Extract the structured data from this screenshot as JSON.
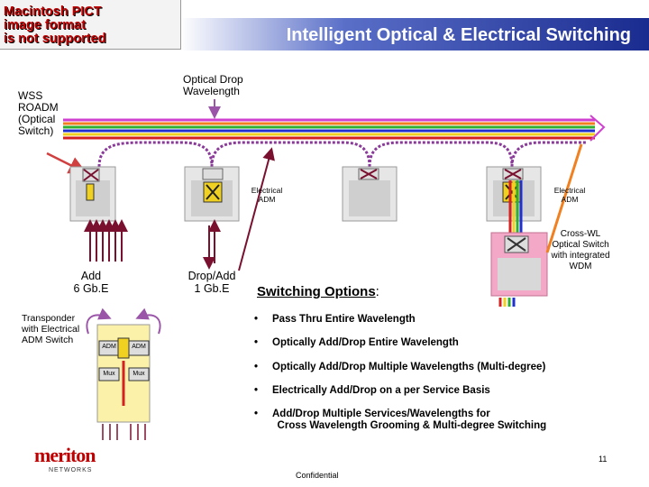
{
  "header": {
    "pict_placeholder": "Macintosh PICT\nimage format\nis not supported",
    "title": "Intelligent Optical & Electrical Switching"
  },
  "labels": {
    "optical_drop": "Optical Drop\nWavelength",
    "wss": "WSS\nROADM\n(Optical\nSwitch)",
    "electrical_adm_1": "Electrical\nADM",
    "electrical_adm_2": "Electrical\nADM",
    "cross_wl": "Cross-WL\nOptical Switch\nwith integrated\nWDM",
    "add_6gbe": "Add\n6 Gb.E",
    "drop_add_1gbe": "Drop/Add\n1 Gb.E",
    "transponder": "Transponder\nwith Electrical\nADM Switch"
  },
  "transponder_box": {
    "adm_left": "ADM",
    "adm_right": "ADM",
    "mux_left": "Mux",
    "mux_right": "Mux"
  },
  "options": {
    "title": "Switching Options",
    "colon": ":",
    "bullet": "•",
    "items": [
      "Pass Thru Entire Wavelength",
      "Optically Add/Drop Entire Wavelength",
      "Optically Add/Drop Multiple Wavelengths (Multi-degree)",
      "Electrically Add/Drop on a per Service Basis",
      "Add/Drop Multiple Services/Wavelengths for\n        Cross Wavelength Grooming & Multi-degree Switching"
    ]
  },
  "footer": {
    "logo_word": "meriton",
    "logo_sub": "NETWORKS",
    "page_number": "11",
    "confidential": "Confidential"
  },
  "colors": {
    "title_band": "#ffffff",
    "title_text": "#1a2b8f",
    "wavelength_red": "#d42020",
    "wavelength_blue": "#2030d0",
    "wavelength_green": "#30b030",
    "wavelength_orange": "#f08020",
    "wavelength_magenta": "#d040d0",
    "wavelength_yellow": "#f0d020",
    "drop_maroon": "#7a1030",
    "cross_box": "#f4a8c8",
    "transponder_box": "#fbf1a8"
  }
}
